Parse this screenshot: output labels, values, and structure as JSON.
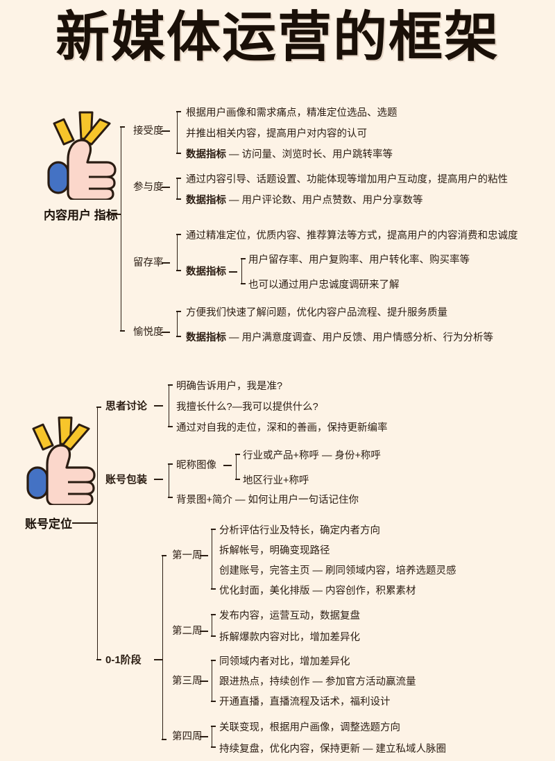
{
  "title": "新媒体运营的框架",
  "colors": {
    "background": "#FDF3E6",
    "ink": "#2A1C12",
    "title_ink": "#1A1008",
    "sparkle_yellow": "#F7C52B",
    "sleeve_blue": "#4472C4",
    "hand_pink": "#FBD7CB",
    "hand_light": "#FDE8E0"
  },
  "icons": {
    "thumbs_up_1": "thumbs-up-icon",
    "thumbs_up_2": "thumbs-up-icon",
    "sparkle": "sparkle-icon"
  },
  "sections": [
    {
      "root_label": "内容用户 指标",
      "branches": [
        {
          "label": "接受度",
          "leaves": [
            {
              "bold": "",
              "text": "根据用户画像和需求痛点，精准定位选品、选题"
            },
            {
              "bold": "",
              "text": "并推出相关内容，提高用户对内容的认可"
            },
            {
              "bold": "数据指标",
              "dash": "—",
              "text": "访问量、浏览时长、用户跳转率等"
            }
          ]
        },
        {
          "label": "参与度",
          "leaves": [
            {
              "bold": "",
              "text": "通过内容引导、话题设置、功能体现等增加用户互动度，提高用户的粘性"
            },
            {
              "bold": "数据指标",
              "dash": "—",
              "text": "用户评论数、用户点赞数、用户分享数等"
            }
          ]
        },
        {
          "label": "留存率",
          "leaves": [
            {
              "bold": "",
              "text": "通过精准定位，优质内容、推荐算法等方式，提高用户的内容消费和忠诚度"
            }
          ],
          "sub": {
            "label": "数据指标",
            "items": [
              "用户留存率、用户复购率、用户转化率、购买率等",
              "也可以通过用户忠诚度调研来了解"
            ]
          }
        },
        {
          "label": "愉悦度",
          "leaves": [
            {
              "bold": "",
              "text": "方便我们快速了解问题，优化内容户品流程、提升服务质量"
            },
            {
              "bold": "数据指标",
              "dash": "—",
              "text": "用户满意度调查、用户反馈、用户情感分析、行为分析等"
            }
          ]
        }
      ]
    },
    {
      "root_label": "账号定位",
      "branches": [
        {
          "label": "思者讨论",
          "bold_label": true,
          "leaves": [
            {
              "bold": "",
              "text": "明确告诉用户，我是准?"
            },
            {
              "bold": "",
              "text": "我擅长什么?—我可以提供什么?"
            },
            {
              "bold": "",
              "text": "通过对自我的走位，深和的善画，保持更新编率"
            }
          ]
        },
        {
          "label": "账号包装",
          "bold_label": true,
          "sub_group": {
            "label": "昵称图像",
            "items": [
              {
                "text": "行业或产品+称呼",
                "dash": "—",
                "tail": "身份+称呼"
              },
              {
                "text": "地区行业+称呼",
                "dash": "",
                "tail": ""
              }
            ]
          },
          "tail_leaf": {
            "text": "背景图+简介",
            "dash": "—",
            "tail": "如何让用户一句话记住你"
          }
        },
        {
          "label": "0-1阶段",
          "bold_label": true,
          "weeks": [
            {
              "name": "第一周",
              "items": [
                "分析评估行业及特长，确定内者方向",
                "拆解帐号，明确变现路径",
                "创建账号，完答主页 — 刷同领域内容，培养选题灵感",
                "优化封面，美化排版 — 内容创作，积累素材"
              ]
            },
            {
              "name": "第二周",
              "items": [
                "发布内容，运营互动，数据复盘",
                "拆解爆款内容对比，增加差异化"
              ]
            },
            {
              "name": "第三周",
              "items": [
                "同领域内者对比，增加差异化",
                "跟进热点，持续创作 — 参加官方活动赢流量",
                "开通直播，直播流程及话术，福利设计"
              ]
            },
            {
              "name": "第四周",
              "items": [
                "关联变现，根据用户画像，调整选题方向",
                "持续复盘，优化内容，保持更新 — 建立私域人脉圈"
              ]
            }
          ]
        }
      ]
    }
  ]
}
